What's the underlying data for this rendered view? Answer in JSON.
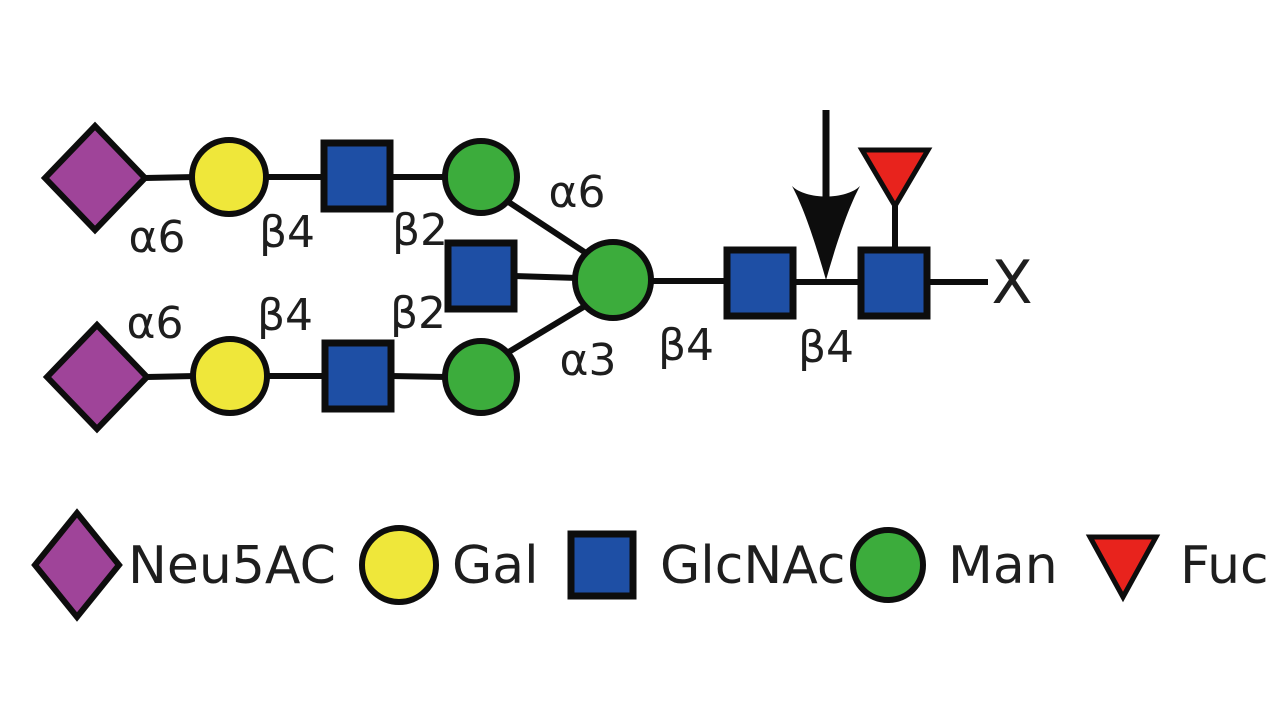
{
  "colors": {
    "neu5ac": "#9F4499",
    "gal": "#EFE73A",
    "glcnac": "#1E4FA5",
    "man": "#3CAC3C",
    "fuc": "#E8231D"
  },
  "linkages": {
    "top": {
      "l1": "α6",
      "l2": "β4",
      "l3": "β2",
      "arm": "α6"
    },
    "bottom": {
      "l1": "α6",
      "l2": "β4",
      "l3": "β2",
      "arm": "α3"
    },
    "core": {
      "l1": "β4",
      "l2": "β4"
    },
    "terminal": "X"
  },
  "structure_note": "Biantennary bisected N-glycan with core fucose and cleavage arrow at core GlcNAc β4 linkage",
  "nodes": [
    {
      "sugar": "Neu5AC",
      "branch": "top"
    },
    {
      "sugar": "Gal",
      "branch": "top"
    },
    {
      "sugar": "GlcNAc",
      "branch": "top"
    },
    {
      "sugar": "Man",
      "branch": "top"
    },
    {
      "sugar": "Neu5AC",
      "branch": "bottom"
    },
    {
      "sugar": "Gal",
      "branch": "bottom"
    },
    {
      "sugar": "GlcNAc",
      "branch": "bottom"
    },
    {
      "sugar": "Man",
      "branch": "bottom"
    },
    {
      "sugar": "GlcNAc",
      "branch": "bisecting"
    },
    {
      "sugar": "Man",
      "branch": "core"
    },
    {
      "sugar": "GlcNAc",
      "branch": "core"
    },
    {
      "sugar": "GlcNAc",
      "branch": "core"
    },
    {
      "sugar": "Fuc",
      "branch": "core"
    }
  ],
  "legend": {
    "items": [
      {
        "shape": "diamond",
        "label": "Neu5AC"
      },
      {
        "shape": "circle",
        "label": "Gal"
      },
      {
        "shape": "square",
        "label": "GlcNAc"
      },
      {
        "shape": "circle",
        "label": "Man"
      },
      {
        "shape": "triangle",
        "label": "Fuc"
      }
    ]
  }
}
